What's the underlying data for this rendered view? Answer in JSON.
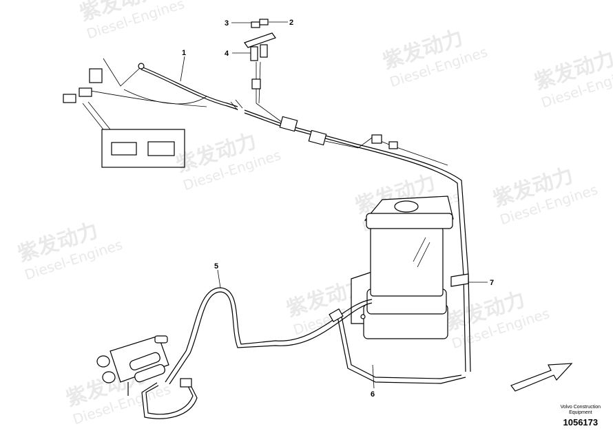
{
  "watermark": {
    "cn": "紫发动力",
    "en": "Diesel-Engines"
  },
  "callouts": [
    "1",
    "2",
    "3",
    "4",
    "5",
    "6",
    "7"
  ],
  "footer": {
    "company_line1": "Volvo Construction",
    "company_line2": "Equipment",
    "part_number": "1056173"
  }
}
